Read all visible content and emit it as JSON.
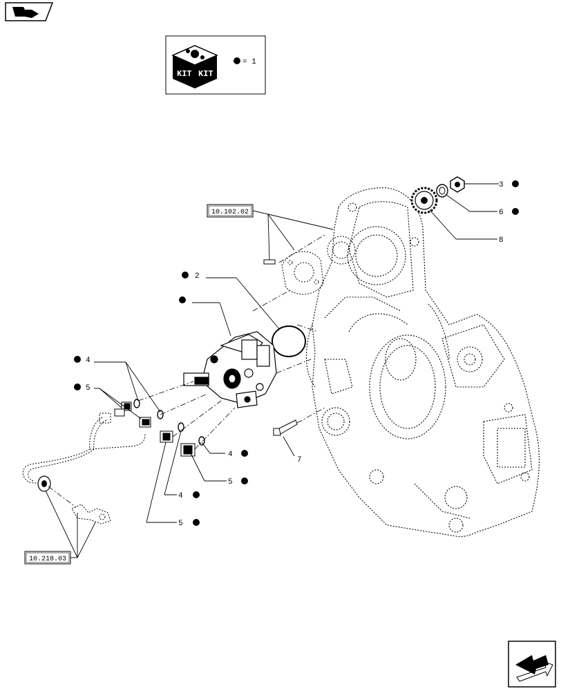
{
  "kit_legend": {
    "kit_text_left": "KIT",
    "kit_text_right": "KIT",
    "equals_text": "= 1"
  },
  "references": {
    "ref_top": "10.102.02",
    "ref_bottom": "10.218.03"
  },
  "callouts": {
    "c1": "2",
    "c2": "4",
    "c3": "5",
    "c4": "4",
    "c5": "5",
    "c6": "4",
    "c7": "5",
    "c8": "7",
    "c9": "3",
    "c10": "6",
    "c11": "8"
  },
  "icons": {
    "top_left": "book-pointer-icon",
    "bottom_right": "next-page-arrow-icon"
  },
  "colors": {
    "ink": "#000000",
    "paper": "#ffffff"
  }
}
